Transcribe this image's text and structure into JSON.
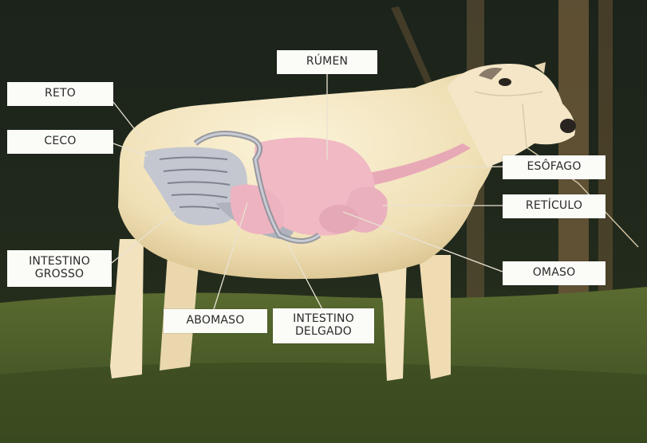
{
  "labels": {
    "rumen": "RÚMEN",
    "reto": "RETO",
    "ceco": "CECO",
    "esofago": "ESÔFAGO",
    "reticulo": "RETÍCULO",
    "intestino_grosso": "INTESTINO\nGROSSO",
    "omaso": "OMASO",
    "abomaso": "ABOMASO",
    "intestino_delgado": "INTESTINO\nDELGADO"
  },
  "colors": {
    "stomach": "#f0b9c4",
    "intestine": "#b9bcc6",
    "fleece": "#f4e7c5",
    "grass": "#4a5c2a"
  }
}
